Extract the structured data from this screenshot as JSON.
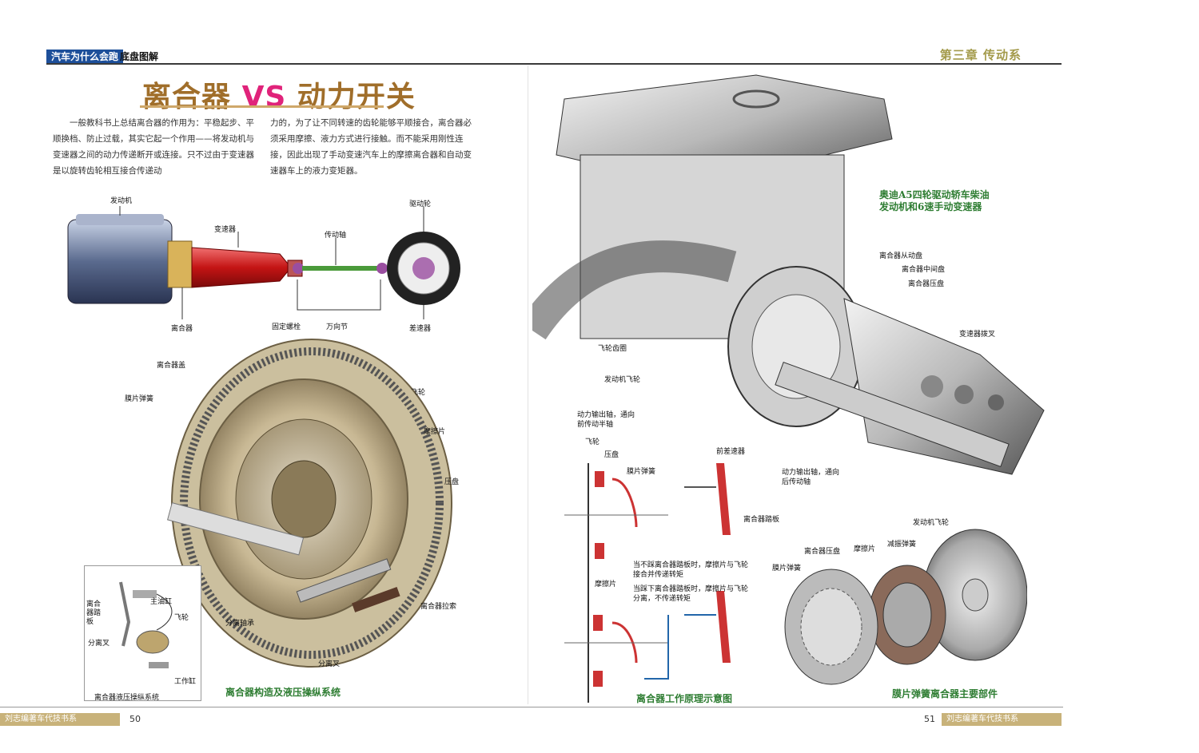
{
  "header": {
    "book_tag": "汽车为什么会跑",
    "section": "底盘图解",
    "chapter": "第三章 传动系"
  },
  "title": {
    "part1": "离合器",
    "vs": "VS",
    "part2": "动力开关"
  },
  "intro": {
    "col1": "一般教科书上总结离合器的作用为：平稳起步、平顺换档、防止过载，其实它起一个作用——将发动机与变速器之间的动力传递断开或连接。只不过由于变速器是以旋转齿轮相互接合传递动",
    "col2": "力的，为了让不同转速的齿轮能够平顺接合，离合器必须采用摩擦、液力方式进行接触。而不能采用刚性连接，因此出现了手动变速汽车上的摩擦离合器和自动变速器车上的液力变矩器。"
  },
  "drivetrain": {
    "engine": "发动机",
    "transmission": "变速器",
    "shaft": "传动轴",
    "wheel": "驱动轮",
    "clutch": "离合器",
    "ujoint": "万向节",
    "differential": "差速器"
  },
  "clutch_assembly": {
    "bolts": "固定螺栓",
    "cover": "离合器盖",
    "diaphragm": "膜片弹簧",
    "flywheel": "飞轮",
    "friction": "摩擦片",
    "pressure": "压盘",
    "release_bearing": "分离轴承",
    "fork": "分离叉",
    "cable": "离合器拉索",
    "caption": "离合器构造及液压操纵系统"
  },
  "hydraulic_inset": {
    "pedal": "离合器踏板",
    "master": "主油缸",
    "flywheel": "飞轮",
    "fork": "分离叉",
    "slave": "工作缸",
    "caption": "离合器液压操纵系统"
  },
  "engine_cutaway": {
    "caption_line1": "奥迪A5四轮驱动轿车柴油",
    "caption_line2": "发动机和6速手动变速器",
    "driven_plate": "离合器从动盘",
    "intermediate": "离合器中间盘",
    "pressure_plate": "离合器压盘",
    "shift_fork": "变速器拨叉",
    "flywheel_ring": "飞轮齿圈",
    "engine_flywheel": "发动机飞轮",
    "output_front": "动力输出轴，通向前传动半轴",
    "front_diff": "前差速器",
    "output_rear": "动力输出轴，通向后传动轴"
  },
  "principle": {
    "flywheel": "飞轮",
    "pressure": "压盘",
    "diaphragm": "膜片弹簧",
    "pedal": "离合器踏板",
    "note1": "当不踩离合器踏板时，摩擦片与飞轮接合并传递转矩",
    "friction": "摩擦片",
    "note2": "当踩下离合器踏板时，摩擦片与飞轮分离，不传递转矩",
    "caption": "离合器工作原理示意图"
  },
  "parts": {
    "engine_flywheel": "发动机飞轮",
    "pressure_plate": "离合器压盘",
    "friction": "摩擦片",
    "damper": "减振弹簧",
    "diaphragm": "膜片弹簧",
    "caption": "膜片弹簧离合器主要部件"
  },
  "footer": {
    "left_text": "刘志编著车代技书系",
    "left_page": "50",
    "right_page": "51",
    "right_text": "刘志编著车代技书系"
  },
  "colors": {
    "header_blue": "#1d4f9a",
    "title_gold": "#a06e2a",
    "vs_pink": "#e0237a",
    "caption_green": "#2e7d32",
    "footer_gold": "#c8b27a"
  }
}
